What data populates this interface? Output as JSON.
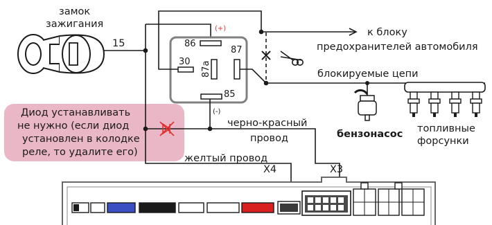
{
  "ignition": {
    "label_line1": "замок",
    "label_line2": "зажигания",
    "wire_number": "15"
  },
  "relay": {
    "pin_86": "86",
    "pin_87": "87",
    "pin_30": "30",
    "pin_87a": "87a",
    "pin_85": "85",
    "plus_mark": "(+)",
    "minus_mark": "(-)"
  },
  "labels": {
    "fuse_line1": "к блоку",
    "fuse_line2": "предохранителей автомобиля",
    "blocked_circuits": "блокируемые цепи",
    "fuel_pump": "бензонасос",
    "injectors_line1": "топливные",
    "injectors_line2": "форсунки",
    "black_red_wire_line1": "черно-красный",
    "black_red_wire_line2": "провод",
    "yellow_wire": "желтый провод",
    "x4": "X4",
    "x3": "X3"
  },
  "diode_note": {
    "line1": "Диод устанавливать",
    "line2": "не нужно (если диод",
    "line3": "установлен в колодке",
    "line4": "реле, то удалите его)"
  },
  "colors": {
    "note_bg": "#e9b7c5",
    "relay_border": "#808080",
    "plus_red": "#e03030",
    "diode_red": "#e03030",
    "connector_blue": "#3b4fc2",
    "connector_red": "#d92020",
    "connector_black": "#1a1a1a"
  }
}
